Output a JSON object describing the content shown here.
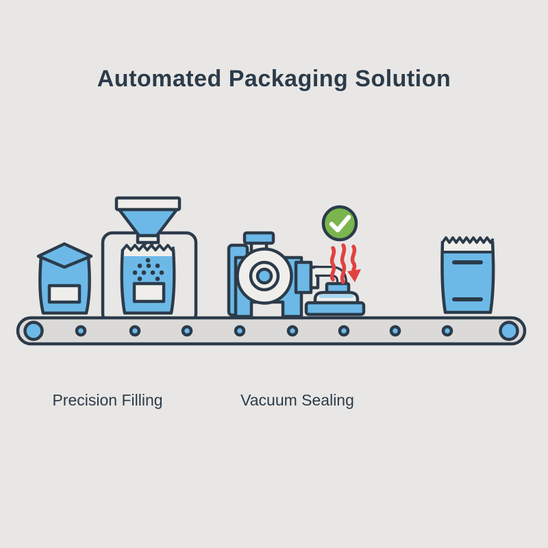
{
  "title": "Automated Packaging Solution",
  "labels": {
    "filling": "Precision Filling",
    "sealing": "Vacuum Sealing"
  },
  "icons": [
    "filled-bag-icon",
    "hopper-icon",
    "filling-frame-icon",
    "open-bag-icon",
    "granules-icon",
    "vacuum-pump-icon",
    "pump-pipe-icon",
    "check-circle-icon",
    "heat-waves-icon",
    "down-arrow-icon",
    "sealing-head-icon",
    "flat-package-icon",
    "sealed-pouch-icon",
    "conveyor-belt-icon",
    "roller-icon"
  ],
  "conveyor": {
    "small_roller_count": 8,
    "end_roller_count": 2
  },
  "status": {
    "sealing_check": "success"
  },
  "colors": {
    "background": "#e8e7e5",
    "ink": "#2c3b4a",
    "blue": "#6cb9e8",
    "blue_light": "#a9d6f0",
    "light": "#efeeeb",
    "belt": "#dbdad8",
    "green": "#7ab54d",
    "red": "#e14141",
    "check_mark": "#ffffff"
  }
}
